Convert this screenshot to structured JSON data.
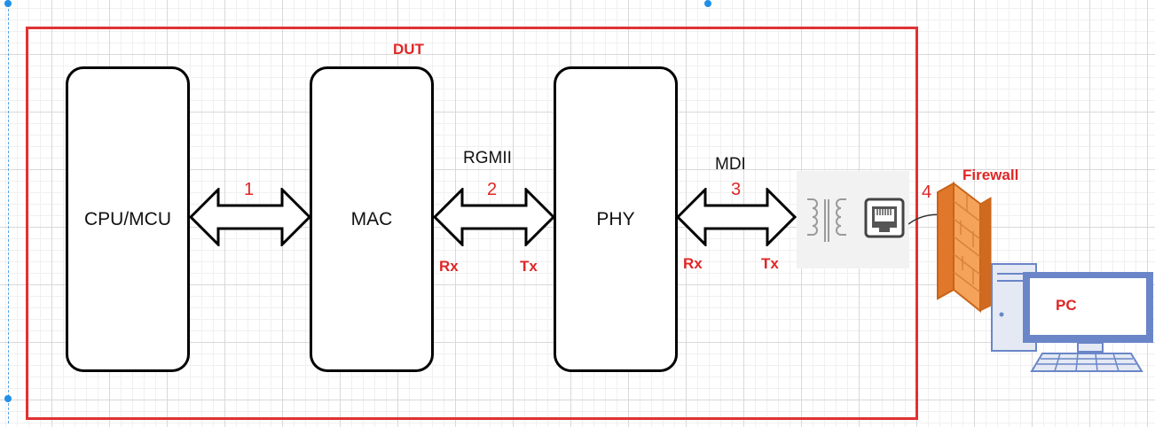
{
  "diagram": {
    "frame_label": "DUT",
    "blocks": {
      "cpu": "CPU/MCU",
      "mac": "MAC",
      "phy": "PHY"
    },
    "links": [
      {
        "number": "1"
      },
      {
        "number": "2",
        "protocol": "RGMII",
        "left_port": "Rx",
        "right_port": "Tx"
      },
      {
        "number": "3",
        "protocol": "MDI",
        "left_port": "Rx",
        "right_port": "Tx"
      },
      {
        "number": "4"
      }
    ],
    "firewall_label": "Firewall",
    "pc_label": "PC"
  },
  "icons": [
    "transformer-icon",
    "rj45-port-icon",
    "firewall-icon",
    "pc-icon"
  ],
  "colors": {
    "frame": "#e03232",
    "label_red": "#e02626",
    "firewall": "#f08a28",
    "pc_blue": "#6a86c8",
    "selection": "#1f8fe8"
  }
}
